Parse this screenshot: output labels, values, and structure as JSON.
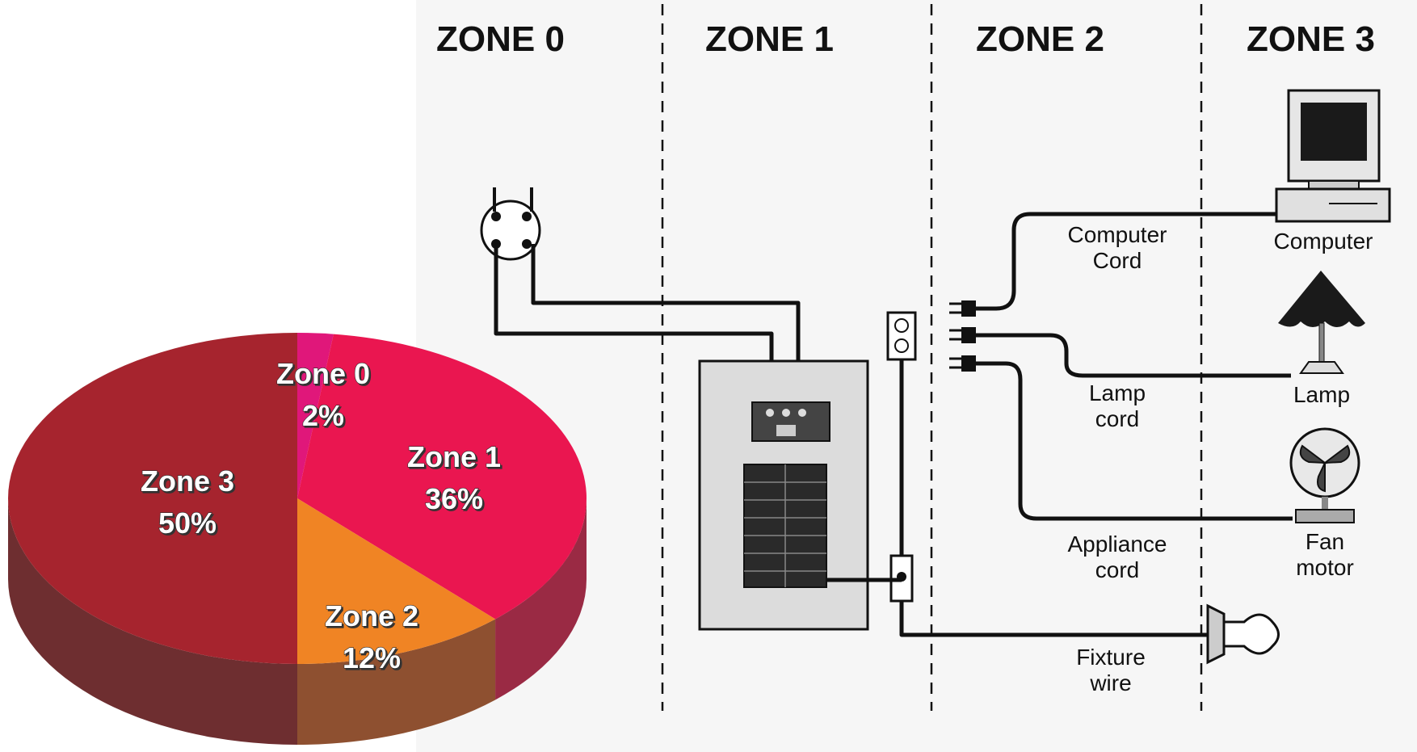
{
  "zones": {
    "zone0": "ZONE 0",
    "zone1": "ZONE 1",
    "zone2": "ZONE 2",
    "zone3": "ZONE 3"
  },
  "diagram_labels": {
    "computer_cord_line1": "Computer",
    "computer_cord_line2": "Cord",
    "lamp_cord_line1": "Lamp",
    "lamp_cord_line2": "cord",
    "appliance_cord_line1": "Appliance",
    "appliance_cord_line2": "cord",
    "fixture_wire_line1": "Fixture",
    "fixture_wire_line2": "wire",
    "computer": "Computer",
    "lamp": "Lamp",
    "fan_line1": "Fan",
    "fan_line2": "motor"
  },
  "chart_data": {
    "type": "pie",
    "slices": [
      {
        "label": "Zone 0",
        "value": 2,
        "value_text": "2%",
        "color": "#e0177a",
        "side_color": "#9b1456"
      },
      {
        "label": "Zone 1",
        "value": 36,
        "value_text": "36%",
        "color": "#ea1650",
        "side_color": "#9a2a44"
      },
      {
        "label": "Zone 2",
        "value": 12,
        "value_text": "12%",
        "color": "#f08424",
        "side_color": "#8e5030"
      },
      {
        "label": "Zone 3",
        "value": 50,
        "value_text": "50%",
        "color": "#a6242e",
        "side_color": "#6e2e30"
      }
    ]
  }
}
